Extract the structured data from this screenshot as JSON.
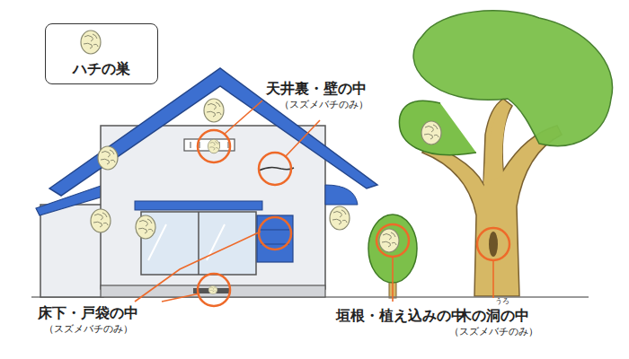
{
  "diagram": {
    "labels": [
      "天井裏・壁の中",
      "（スズメバチのみ）",
      "床下・戸袋の中",
      "（スズメバチのみ）",
      "垣根・植え込みの中",
      "うろ",
      "木の洞の中",
      "（スズメバチのみ）"
    ],
    "legend": [
      {
        "text": "ハチの巣"
      }
    ]
  }
}
